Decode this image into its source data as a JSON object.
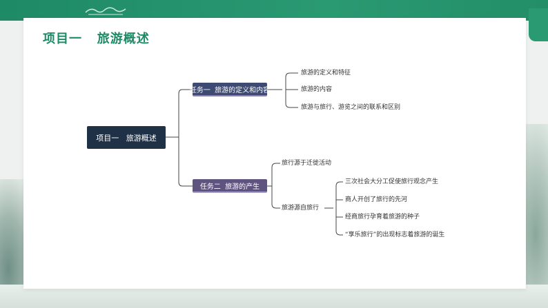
{
  "slide": {
    "title": "项目一   旅游概述"
  },
  "mindmap": {
    "root": "项目一   旅游概述",
    "task1": {
      "label": "任务一  旅游的定义和内容",
      "items": [
        "旅游的定义和特征",
        "旅游的内容",
        "旅游与旅行、游览之间的联系和区别"
      ]
    },
    "task2": {
      "label": "任务二  旅游的产生",
      "items": [
        "旅行源于迁徙活动",
        "旅游源自旅行"
      ],
      "sub_items": [
        "三次社会大分工促使旅行观念产生",
        "商人开创了旅行的先河",
        "经商旅行孕育着旅游的种子",
        "“享乐旅行”的出现标志着旅游的诞生"
      ]
    }
  },
  "colors": {
    "brand_green": "#1e8a66",
    "root_box": "#1f3147",
    "task1_box": "#3d4a72",
    "task2_box": "#5f5480"
  }
}
